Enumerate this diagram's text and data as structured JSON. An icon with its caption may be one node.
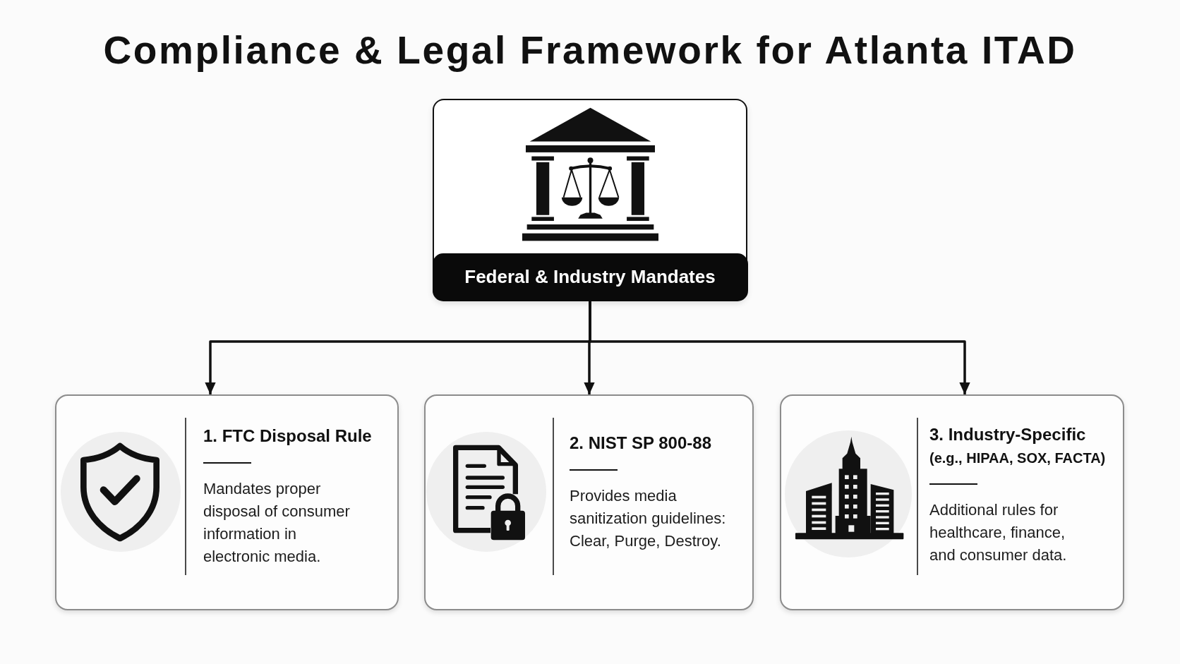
{
  "diagram": {
    "title": "Compliance & Legal Framework for Atlanta ITAD",
    "nodes": [
      {
        "text": [
          "Federal & Industry Mandates"
        ]
      },
      {
        "text": [
          "1. FTC Disposal Rule",
          "Mandates proper disposal of consumer information in electronic media."
        ]
      },
      {
        "text": [
          "2. NIST SP 800-88",
          "Provides media sanitization guidelines: Clear, Purge, Destroy."
        ]
      },
      {
        "text": [
          "3. Industry-Specific",
          "(e.g., HIPAA, SOX, FACTA)",
          "Additional rules for healthcare, finance, and consumer data."
        ]
      }
    ],
    "edges": [
      {
        "from": 0,
        "to": 1,
        "arrow": "to"
      },
      {
        "from": 0,
        "to": 2,
        "arrow": "to"
      },
      {
        "from": 0,
        "to": 3,
        "arrow": "to"
      }
    ]
  }
}
